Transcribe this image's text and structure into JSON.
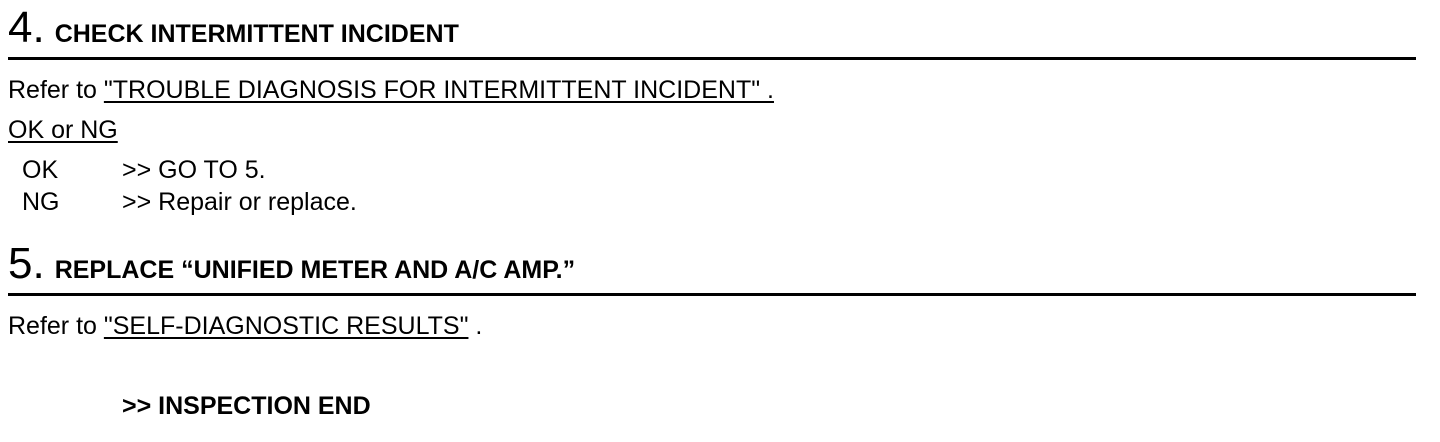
{
  "step4": {
    "number": "4.",
    "title": "CHECK INTERMITTENT INCIDENT",
    "refer_prefix": "Refer to ",
    "refer_link": "\"TROUBLE DIAGNOSIS FOR INTERMITTENT INCIDENT\" . ",
    "ok_ng_label": "OK or NG",
    "results": [
      {
        "key": "OK",
        "action": ">> GO TO 5."
      },
      {
        "key": "NG",
        "action": ">> Repair or replace."
      }
    ]
  },
  "step5": {
    "number": "5.",
    "title": "REPLACE “UNIFIED METER AND A/C AMP.”",
    "refer_prefix": "Refer to ",
    "refer_link": "\"SELF-DIAGNOSTIC RESULTS\"",
    "refer_suffix": " .",
    "end_text": ">> INSPECTION END"
  }
}
